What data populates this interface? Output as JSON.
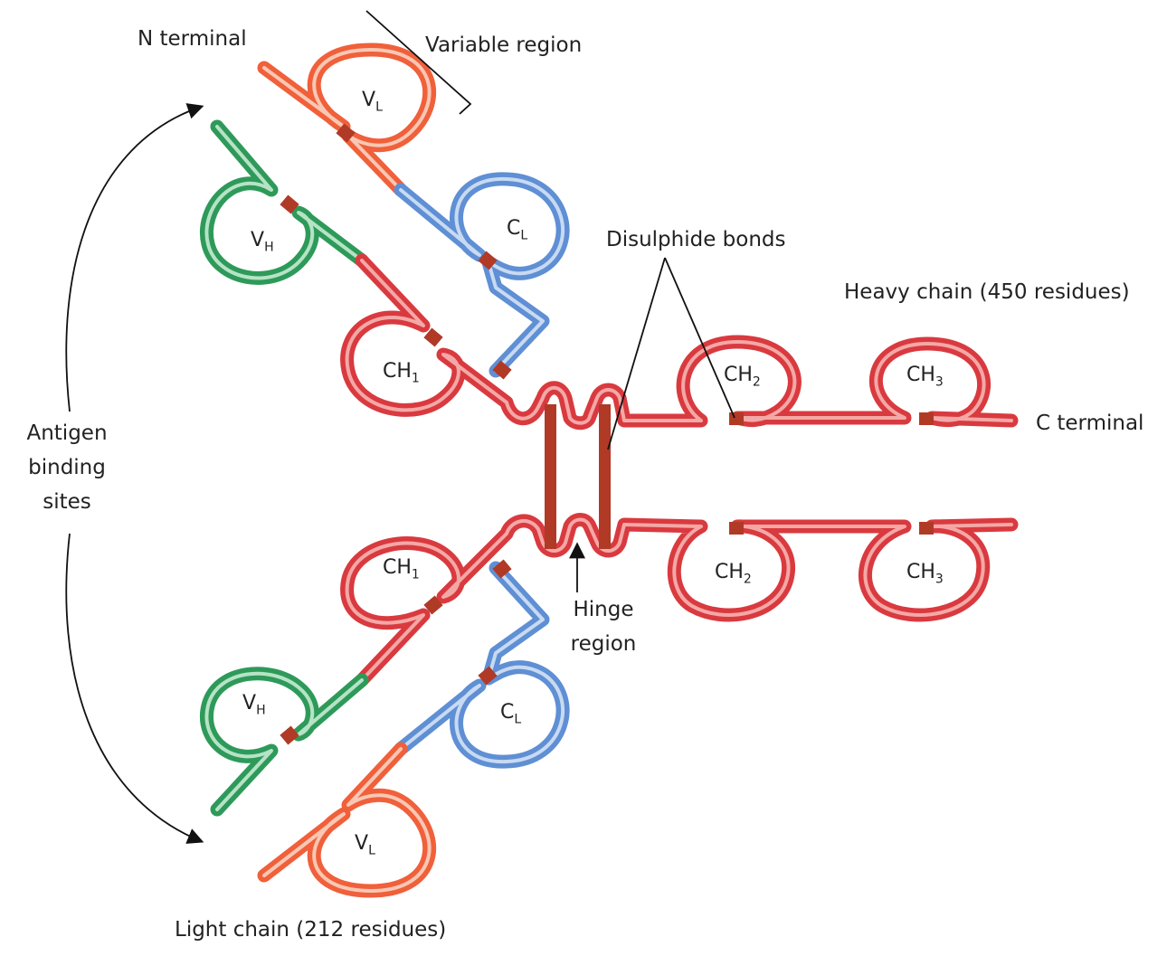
{
  "labels": {
    "n_terminal": "N terminal",
    "variable_region": "Variable region",
    "disulphide_bonds": "Disulphide bonds",
    "heavy_chain": "Heavy chain (450 residues)",
    "c_terminal": "C terminal",
    "antigen_line1": "Antigen",
    "antigen_line2": "binding",
    "antigen_line3": "sites",
    "hinge_line1": "Hinge",
    "hinge_line2": "region",
    "light_chain": "Light chain (212 residues)"
  },
  "domains": {
    "vl": {
      "main": "V",
      "sub": "L"
    },
    "vh": {
      "main": "V",
      "sub": "H"
    },
    "cl": {
      "main": "C",
      "sub": "L"
    },
    "ch1": {
      "main": "CH",
      "sub": "1"
    },
    "ch2": {
      "main": "CH",
      "sub": "2"
    },
    "ch3": {
      "main": "CH",
      "sub": "3"
    }
  },
  "colors": {
    "heavy_constant": "#d93a3f",
    "heavy_variable": "#2e9a5a",
    "light_constant": "#5f8fd4",
    "light_variable": "#f0603a",
    "bond": "#b03a26",
    "stripe": "#f4a8a6"
  }
}
